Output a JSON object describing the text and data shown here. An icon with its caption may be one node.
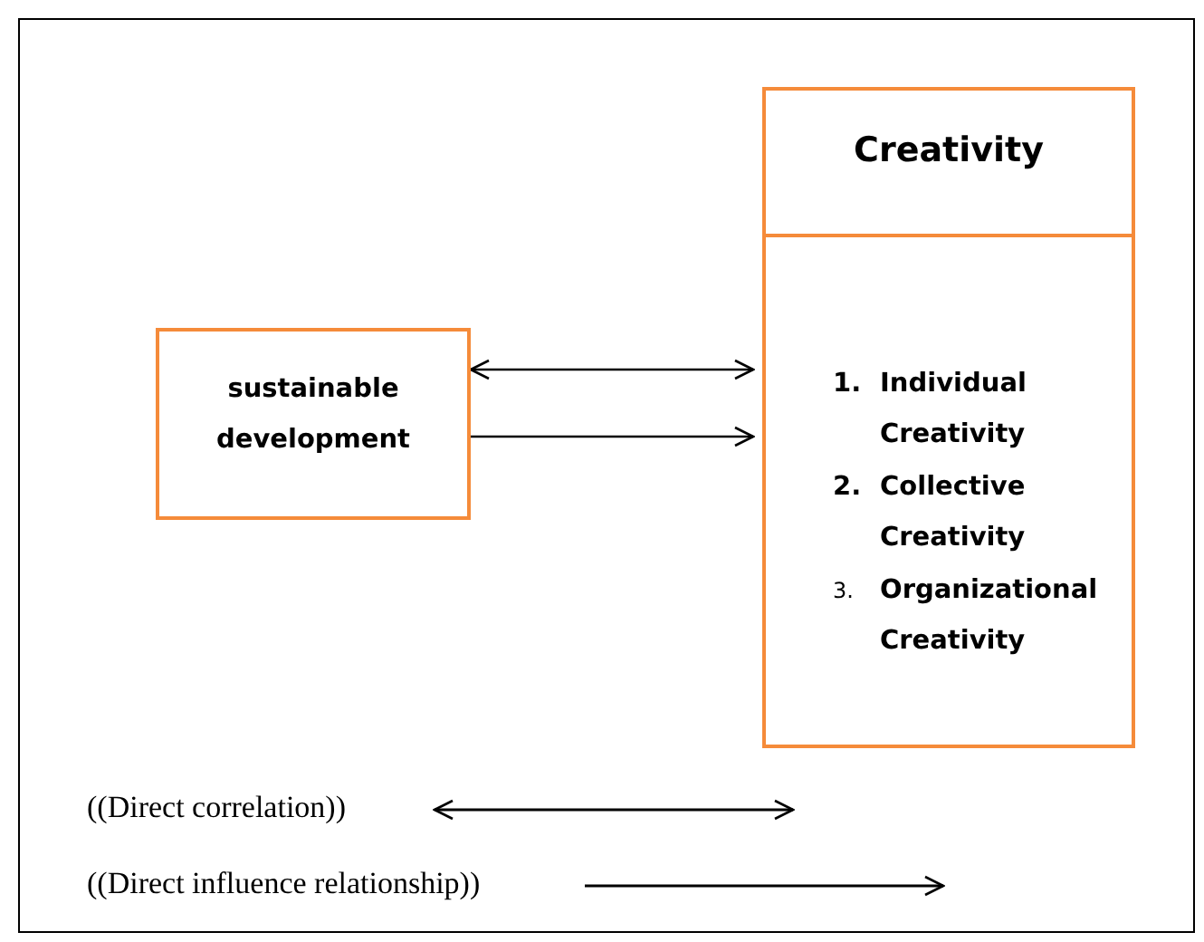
{
  "diagram": {
    "nodes": [
      {
        "text": [
          "sustainable development"
        ]
      },
      {
        "text": [
          "Creativity",
          "1. Individual Creativity",
          "2. Collective Creativity",
          "3. Organizational Creativity"
        ]
      }
    ],
    "edges": [
      {
        "from": 0,
        "to": 1,
        "arrow": "both"
      },
      {
        "from": 0,
        "to": 1,
        "arrow": "to"
      }
    ],
    "legend": [
      {
        "text": "((Direct correlation))"
      },
      {
        "text": "((Direct influence relationship))"
      }
    ]
  }
}
